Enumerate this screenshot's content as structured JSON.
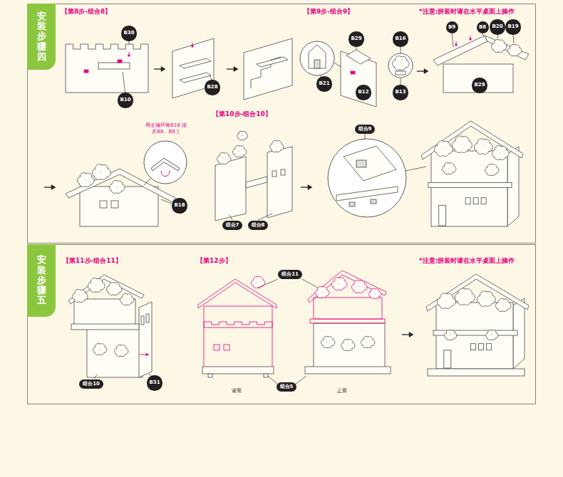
{
  "diagram": {
    "nodes": [
      {
        "text": [
          "安装步骤四"
        ]
      },
      {
        "text": [
          "B30"
        ]
      },
      {
        "text": [
          "B10"
        ]
      },
      {
        "text": [
          "B28"
        ]
      },
      {
        "text": [
          "B29"
        ]
      },
      {
        "text": [
          "B16"
        ]
      },
      {
        "text": [
          "B21"
        ]
      },
      {
        "text": [
          "B12"
        ]
      },
      {
        "text": [
          "B13"
        ]
      },
      {
        "text": [
          "B9"
        ]
      },
      {
        "text": [
          "B8"
        ]
      },
      {
        "text": [
          "B20"
        ]
      },
      {
        "text": [
          "B19"
        ]
      },
      {
        "text": [
          "B29"
        ]
      },
      {
        "text": [
          "B18"
        ]
      },
      {
        "text": [
          "组合9"
        ]
      },
      {
        "text": [
          "组合7"
        ]
      },
      {
        "text": [
          "组合8"
        ]
      },
      {
        "text": [
          "安装步骤五"
        ]
      },
      {
        "text": [
          "组合10"
        ]
      },
      {
        "text": [
          "B31"
        ]
      },
      {
        "text": [
          "组合11"
        ]
      },
      {
        "text": [
          "组合5"
        ]
      }
    ],
    "labels": [
      "【第8步-组合8】",
      "【第9步-组合9】",
      "*注意:拼装时请在水平桌面上操作",
      "用金属环将B18 挂在B8、B9上",
      "【第10步-组合10】",
      "【第11步-组合11】",
      "【第12步】",
      "*注意:拼装时请在水平桌面上操作",
      "背面",
      "正面"
    ]
  }
}
